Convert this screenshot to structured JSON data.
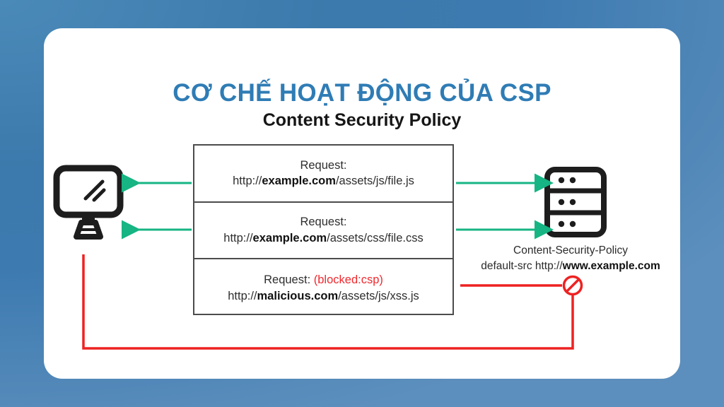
{
  "page": {
    "background_color_top": "#4a8ab8",
    "background_color_bottom": "#5c8fbd",
    "card_background": "#ffffff"
  },
  "header": {
    "main_title": "CƠ CHẾ HOẠT ĐỘNG CỦA CSP",
    "main_title_color": "#2f7cb5",
    "sub_title": "Content Security Policy",
    "sub_title_color": "#161616"
  },
  "diagram": {
    "client_icon": "monitor-icon",
    "server_icon": "server-icon",
    "blocked_icon": "no-entry-icon",
    "allowed_arrow_color": "#16b583",
    "blocked_line_color": "#ee2222",
    "box_border_color": "#4c4c4c"
  },
  "requests": [
    {
      "label": "Request:",
      "status": "",
      "url_prefix": "http://",
      "url_domain": "example.com",
      "url_path": "/assets/js/file.js",
      "allowed": true
    },
    {
      "label": "Request:",
      "status": "",
      "url_prefix": "http://",
      "url_domain": "example.com",
      "url_path": "/assets/css/file.css",
      "allowed": true
    },
    {
      "label": "Request:",
      "status": "(blocked:csp)",
      "url_prefix": "http://",
      "url_domain": "malicious.com",
      "url_path": "/assets/js/xss.js",
      "allowed": false
    }
  ],
  "policy": {
    "header_name": "Content-Security-Policy",
    "directive": "default-src http://",
    "directive_value": "www.example.com"
  }
}
